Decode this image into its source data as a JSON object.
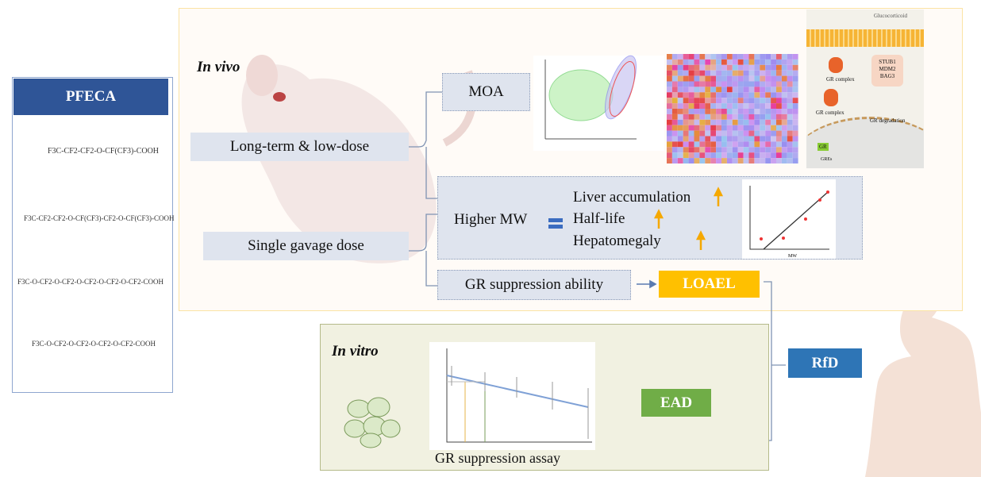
{
  "pfeca": {
    "title": "PFECA",
    "structures": [
      "F3C-CF2-CF2-O-CF(CF3)-COOH",
      "F3C-CF2-CF2-O-CF(CF3)-CF2-O-CF(CF3)-COOH",
      "F3C-O-CF2-O-CF2-O-CF2-O-CF2-O-CF2-COOH",
      "F3C-O-CF2-O-CF2-O-CF2-O-CF2-COOH"
    ]
  },
  "in_vivo": {
    "title": "In vivo",
    "moa": "MOA",
    "long_term": "Long-term & low-dose",
    "single_gavage": "Single gavage dose",
    "higher_mw": "Higher MW",
    "effects": [
      "Liver accumulation",
      "Half-life",
      "Hepatomegaly"
    ],
    "gr_suppression": "GR suppression ability",
    "loael": "LOAEL",
    "mw_plot_xlabel": "MW",
    "pathway": {
      "glucocorticoid": "Glucocorticoid",
      "gr_complex": "GR complex",
      "proteins": [
        "STUB1",
        "MDM2",
        "BAG3"
      ],
      "gr_degradation": "GR degradation",
      "gr": "GR",
      "gres": "GREs"
    }
  },
  "in_vitro": {
    "title": "In vitro",
    "assay": "GR suppression assay",
    "ead": "EAD"
  },
  "rfd": "RfD",
  "colors": {
    "pfeca_header": "#2f5597",
    "loael": "#ffc000",
    "ead": "#70ad47",
    "rfd": "#2e75b6",
    "arrow_up": "#f5a800"
  }
}
